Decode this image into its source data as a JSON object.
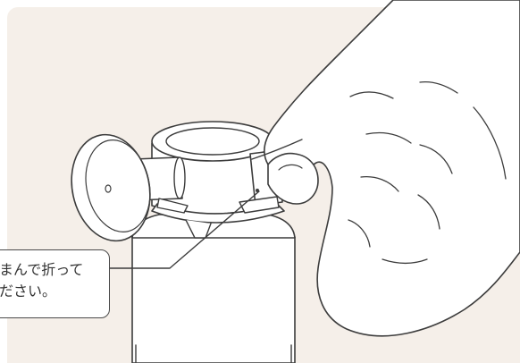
{
  "colors": {
    "background": "#f5efe9",
    "line": "#3c3c3c",
    "fill": "#ffffff"
  },
  "illustration": {
    "subject": "hand-pinching-tab-on-bottle-cap",
    "callout_lines": [
      "まんで折って",
      "ださい。"
    ]
  }
}
